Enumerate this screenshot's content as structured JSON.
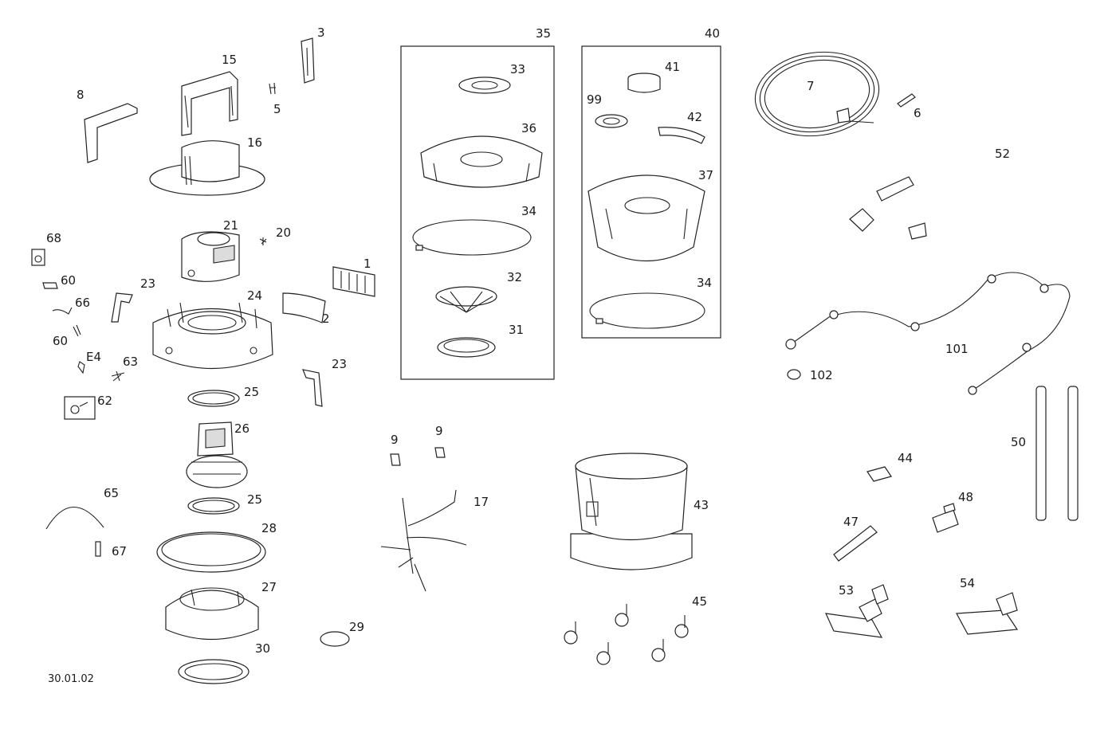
{
  "doc_code": "30.01.02",
  "callouts": {
    "p1": "1",
    "p2": "2",
    "p3": "3",
    "p5": "5",
    "p6": "6",
    "p7": "7",
    "p8": "8",
    "p9a": "9",
    "p9b": "9",
    "p15": "15",
    "p16": "16",
    "p17": "17",
    "p20": "20",
    "p21": "21",
    "p23a": "23",
    "p23b": "23",
    "p24": "24",
    "p25a": "25",
    "p25b": "25",
    "p26": "26",
    "p27": "27",
    "p28": "28",
    "p29": "29",
    "p30": "30",
    "p31": "31",
    "p32": "32",
    "p33": "33",
    "p34a": "34",
    "p34b": "34",
    "p35": "35",
    "p36": "36",
    "p37": "37",
    "p40": "40",
    "p41": "41",
    "p42": "42",
    "p43": "43",
    "p44": "44",
    "p45": "45",
    "p47": "47",
    "p48": "48",
    "p50": "50",
    "p52": "52",
    "p53": "53",
    "p54": "54",
    "p60a": "60",
    "p60b": "60",
    "p62": "62",
    "p63": "63",
    "p64": "E4",
    "p65": "65",
    "p66": "66",
    "p67": "67",
    "p68": "68",
    "p99": "99",
    "p101": "101",
    "p102": "102"
  }
}
